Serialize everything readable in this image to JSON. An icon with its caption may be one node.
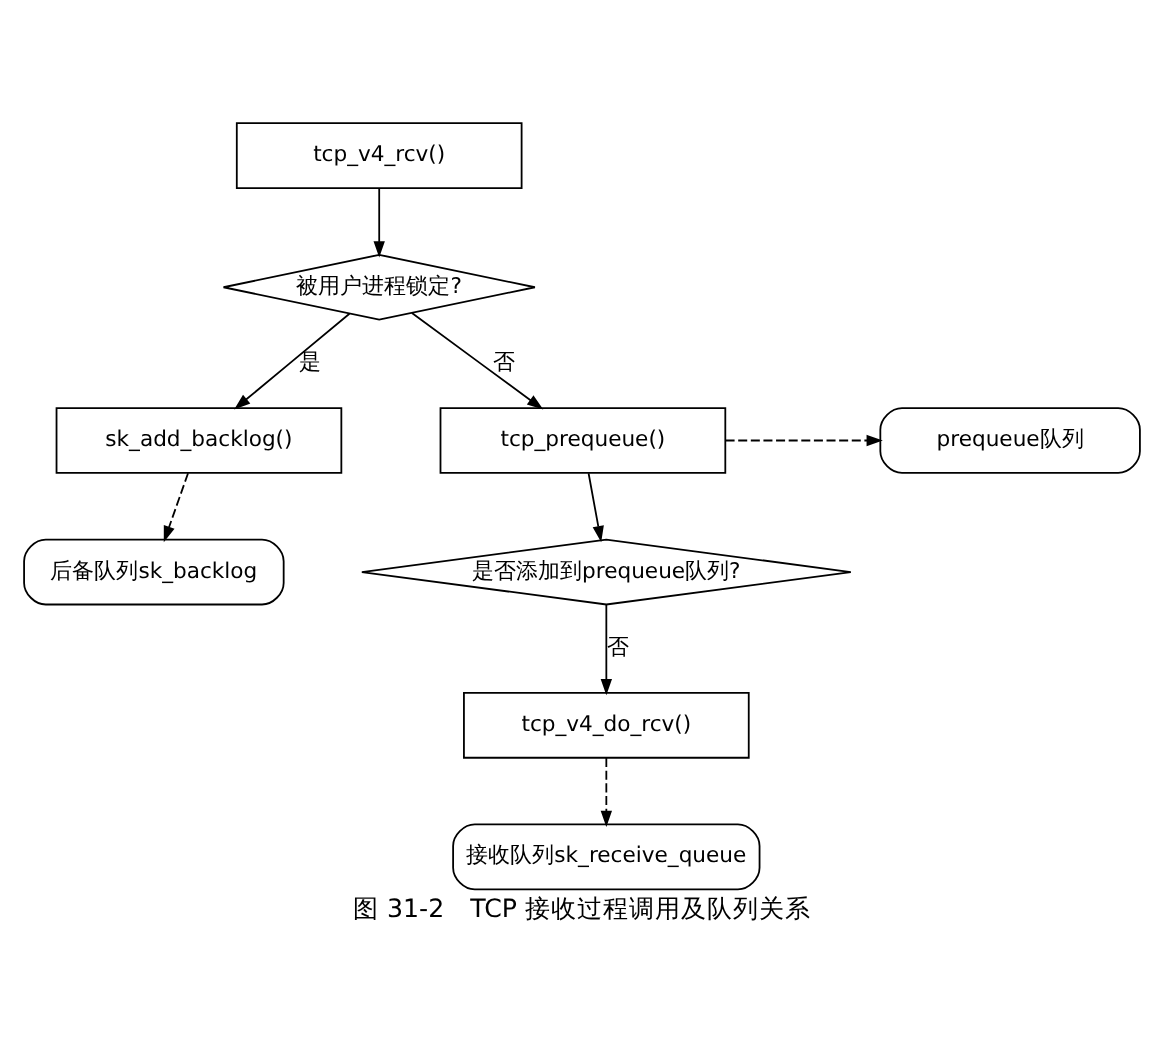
{
  "diagram": {
    "caption": "图 31-2　TCP 接收过程调用及队列关系",
    "nodes": [
      {
        "text": [
          "tcp_v4_rcv()"
        ]
      },
      {
        "text": [
          "被用户进程锁定?"
        ]
      },
      {
        "text": [
          "sk_add_backlog()"
        ]
      },
      {
        "text": [
          "tcp_prequeue()"
        ]
      },
      {
        "text": [
          "prequeue队列"
        ]
      },
      {
        "text": [
          "后备队列sk_backlog"
        ]
      },
      {
        "text": [
          "是否添加到prequeue队列?"
        ]
      },
      {
        "text": [
          "tcp_v4_do_rcv()"
        ]
      },
      {
        "text": [
          "接收队列sk_receive_queue"
        ]
      }
    ],
    "edges": [
      {
        "from": 0,
        "to": 1,
        "arrow": "to"
      },
      {
        "from": 1,
        "to": 2,
        "arrow": "to",
        "label": "是"
      },
      {
        "from": 1,
        "to": 3,
        "arrow": "to",
        "label": "否"
      },
      {
        "from": 2,
        "to": 5,
        "arrow": "to",
        "style": "dashed"
      },
      {
        "from": 3,
        "to": 4,
        "arrow": "to",
        "style": "dashed"
      },
      {
        "from": 3,
        "to": 6,
        "arrow": "to"
      },
      {
        "from": 6,
        "to": 7,
        "arrow": "to",
        "label": "否"
      },
      {
        "from": 7,
        "to": 8,
        "arrow": "to",
        "style": "dashed"
      }
    ]
  }
}
